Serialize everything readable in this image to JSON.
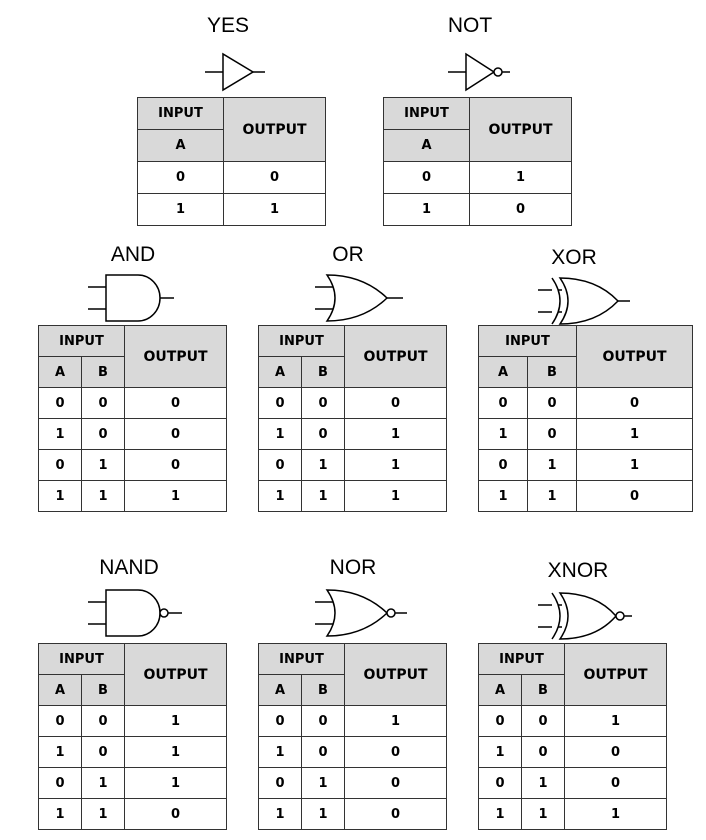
{
  "gates": [
    {
      "id": "yes",
      "name": "YES",
      "inputs": [
        "A"
      ],
      "input_label": "INPUT",
      "output_label": "OUTPUT",
      "rows": [
        [
          "0",
          "0"
        ],
        [
          "1",
          "1"
        ]
      ]
    },
    {
      "id": "not",
      "name": "NOT",
      "inputs": [
        "A"
      ],
      "input_label": "INPUT",
      "output_label": "OUTPUT",
      "rows": [
        [
          "0",
          "1"
        ],
        [
          "1",
          "0"
        ]
      ]
    },
    {
      "id": "and",
      "name": "AND",
      "inputs": [
        "A",
        "B"
      ],
      "input_label": "INPUT",
      "output_label": "OUTPUT",
      "rows": [
        [
          "0",
          "0",
          "0"
        ],
        [
          "1",
          "0",
          "0"
        ],
        [
          "0",
          "1",
          "0"
        ],
        [
          "1",
          "1",
          "1"
        ]
      ]
    },
    {
      "id": "or",
      "name": "OR",
      "inputs": [
        "A",
        "B"
      ],
      "input_label": "INPUT",
      "output_label": "OUTPUT",
      "rows": [
        [
          "0",
          "0",
          "0"
        ],
        [
          "1",
          "0",
          "1"
        ],
        [
          "0",
          "1",
          "1"
        ],
        [
          "1",
          "1",
          "1"
        ]
      ]
    },
    {
      "id": "xor",
      "name": "XOR",
      "inputs": [
        "A",
        "B"
      ],
      "input_label": "INPUT",
      "output_label": "OUTPUT",
      "rows": [
        [
          "0",
          "0",
          "0"
        ],
        [
          "1",
          "0",
          "1"
        ],
        [
          "0",
          "1",
          "1"
        ],
        [
          "1",
          "1",
          "0"
        ]
      ]
    },
    {
      "id": "nand",
      "name": "NAND",
      "inputs": [
        "A",
        "B"
      ],
      "input_label": "INPUT",
      "output_label": "OUTPUT",
      "rows": [
        [
          "0",
          "0",
          "1"
        ],
        [
          "1",
          "0",
          "1"
        ],
        [
          "0",
          "1",
          "1"
        ],
        [
          "1",
          "1",
          "0"
        ]
      ]
    },
    {
      "id": "nor",
      "name": "NOR",
      "inputs": [
        "A",
        "B"
      ],
      "input_label": "INPUT",
      "output_label": "OUTPUT",
      "rows": [
        [
          "0",
          "0",
          "1"
        ],
        [
          "1",
          "0",
          "0"
        ],
        [
          "0",
          "1",
          "0"
        ],
        [
          "1",
          "1",
          "0"
        ]
      ]
    },
    {
      "id": "xnor",
      "name": "XNOR",
      "inputs": [
        "A",
        "B"
      ],
      "input_label": "INPUT",
      "output_label": "OUTPUT",
      "rows": [
        [
          "0",
          "0",
          "1"
        ],
        [
          "1",
          "0",
          "0"
        ],
        [
          "0",
          "1",
          "0"
        ],
        [
          "1",
          "1",
          "1"
        ]
      ]
    }
  ]
}
